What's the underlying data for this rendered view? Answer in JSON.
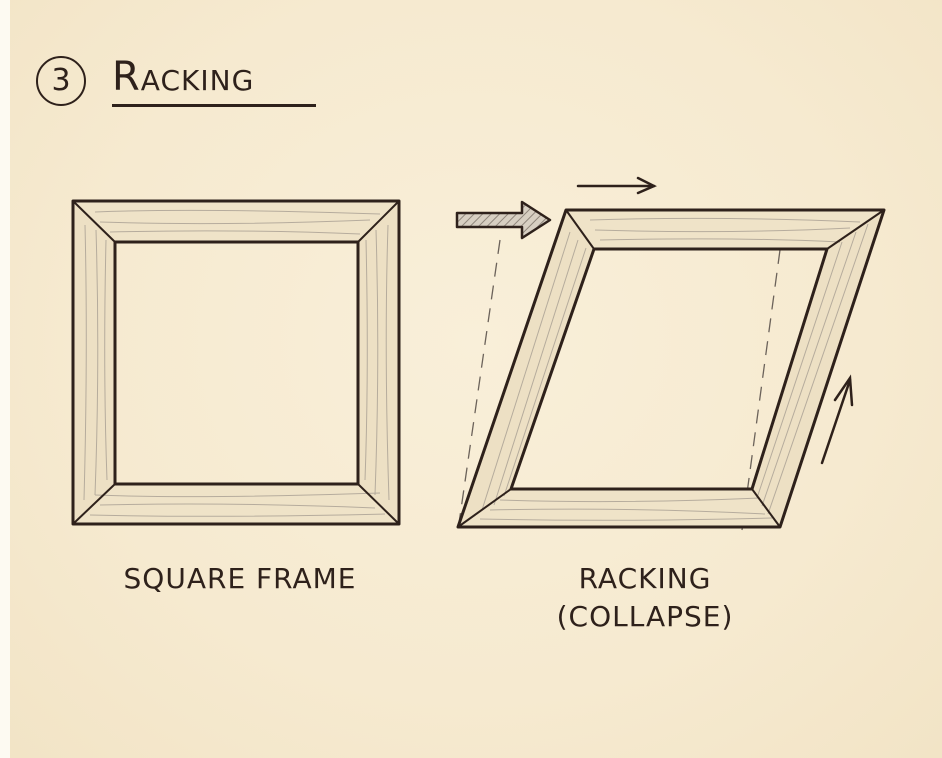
{
  "title": {
    "step_number": "3",
    "text": "Racking"
  },
  "panels": [
    {
      "id": "square",
      "caption_lines": [
        "SQUARE FRAME"
      ]
    },
    {
      "id": "racking",
      "caption_lines": [
        "RACKING",
        "(COLLAPSE)"
      ]
    }
  ],
  "annotations": {
    "push_arrow": "lateral-force",
    "top_arrow": "top-shift-right",
    "side_arrow": "shear-up"
  },
  "colors": {
    "ink": "#2e211b",
    "paper": "#f6ead0",
    "wood": "#efe2c6",
    "grain": "#a89f93"
  }
}
